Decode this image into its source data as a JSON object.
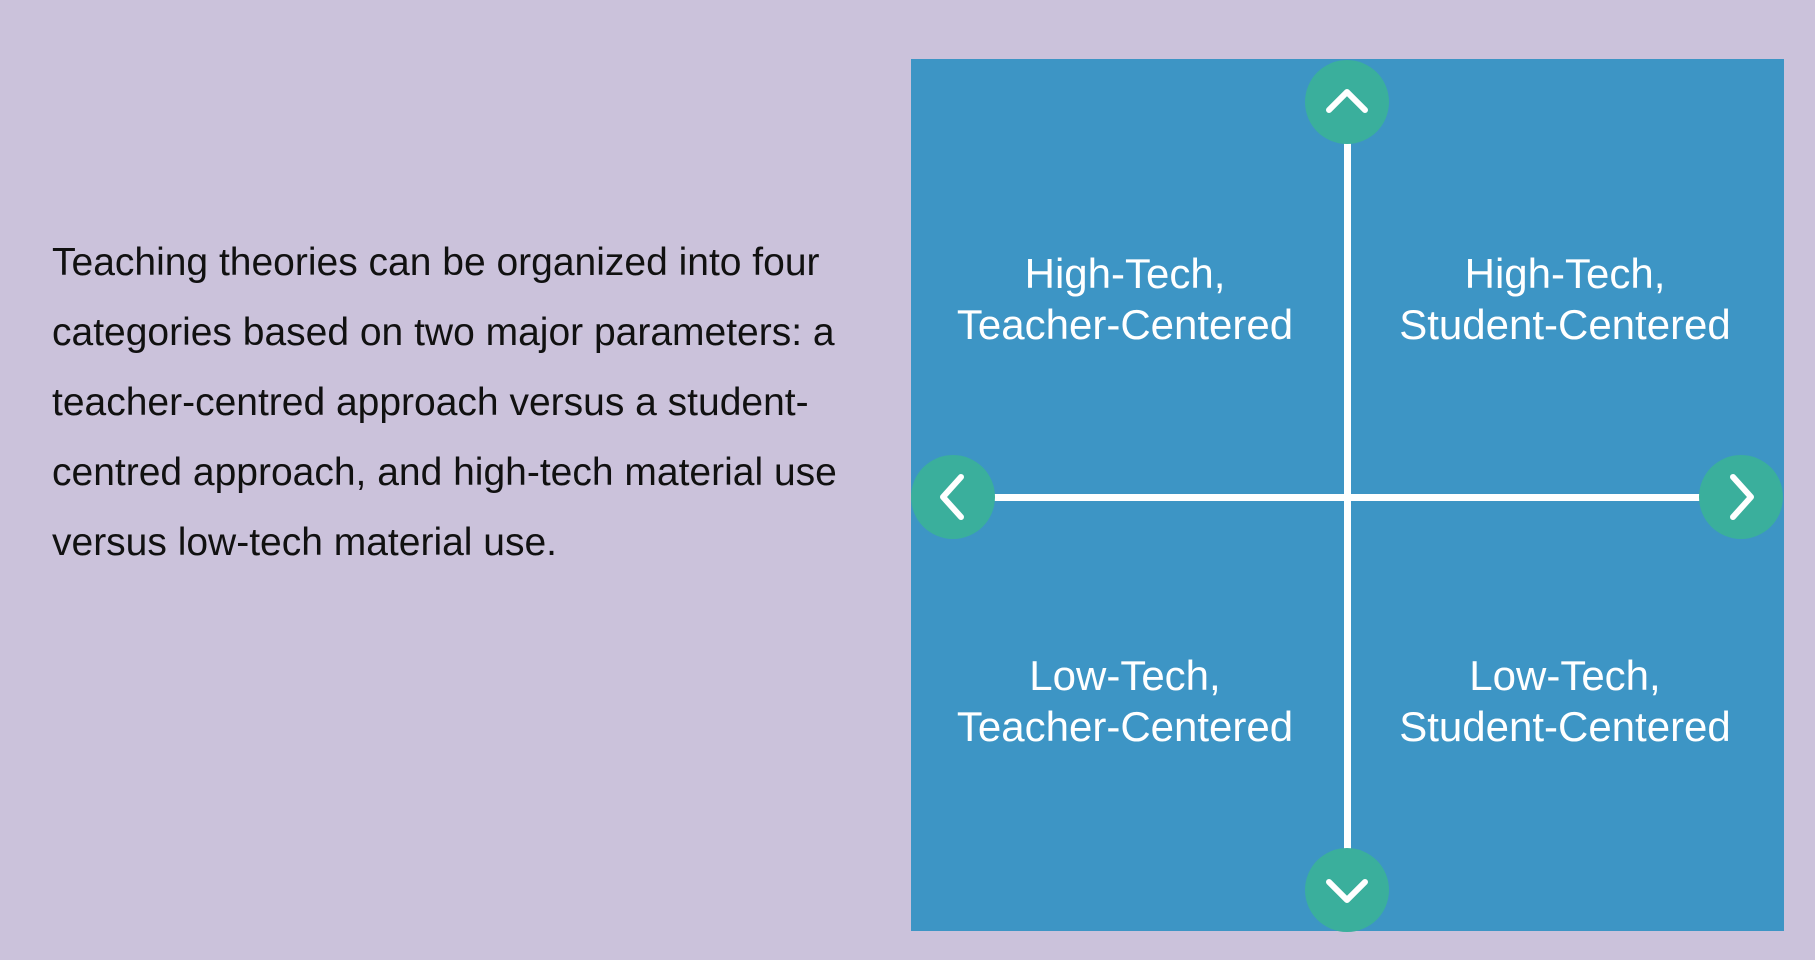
{
  "description": "Teaching theories can be organized into four categories based on two major parameters: a teacher-centred approach versus a student-centred approach, and high-tech material use versus low-tech material use.",
  "quadrants": {
    "top_left": {
      "line1": "High-Tech,",
      "line2": "Teacher-Centered"
    },
    "top_right": {
      "line1": "High-Tech,",
      "line2": "Student-Centered"
    },
    "bottom_left": {
      "line1": "Low-Tech,",
      "line2": "Teacher-Centered"
    },
    "bottom_right": {
      "line1": "Low-Tech,",
      "line2": "Student-Centered"
    }
  },
  "colors": {
    "background": "#cbc2db",
    "panel": "#3d95c5",
    "arrow_circle": "#3aaf9c"
  }
}
